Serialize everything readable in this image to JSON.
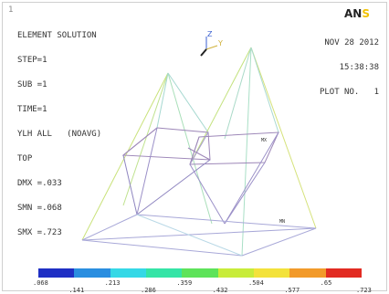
{
  "window_number": "1",
  "title": "ELEMENT SOLUTION",
  "info_lines": [
    "STEP=1",
    "SUB =1",
    "TIME=1",
    "YLH ALL   (NOAVG)",
    "TOP",
    "DMX =.033",
    "SMN =.068",
    "SMX =.723"
  ],
  "logo": {
    "main": "AN",
    "accent": "S"
  },
  "date": "NOV 28 2012",
  "time": "15:38:38",
  "plot_label": "PLOT NO.   1",
  "triad": {
    "z": "Z",
    "y": "Y"
  },
  "node_marks": {
    "mx": "MX",
    "mn": "MN"
  },
  "legend": {
    "colors": [
      "#1f2fc4",
      "#2a8ee0",
      "#35d8e6",
      "#35e4a6",
      "#5ee35a",
      "#c8ec3a",
      "#f3e23b",
      "#f29a2a",
      "#e22b22"
    ],
    "values": [
      ".068",
      ".141",
      ".213",
      ".286",
      ".359",
      ".432",
      ".504",
      ".577",
      ".65",
      ".723"
    ]
  }
}
